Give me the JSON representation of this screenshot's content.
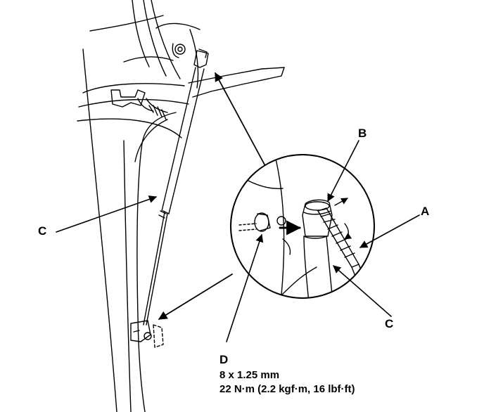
{
  "labels": {
    "a": "A",
    "b": "B",
    "c_left": "C",
    "c_right": "C",
    "d": "D"
  },
  "spec": {
    "thread": "8 x 1.25 mm",
    "torque": "22 N·m (2.2 kgf·m, 16 lbf·ft)"
  },
  "colors": {
    "ink": "#000000",
    "paper": "#ffffff"
  }
}
